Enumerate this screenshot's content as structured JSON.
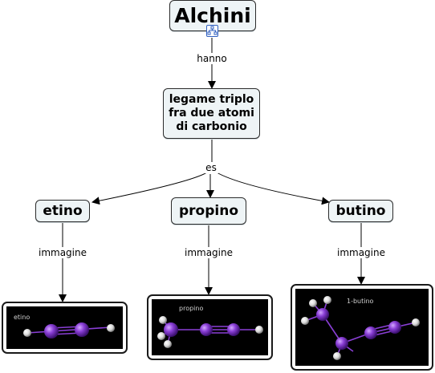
{
  "root": {
    "label": "Alchini"
  },
  "mid": {
    "lines": [
      "legame triplo",
      "fra due atomi",
      "di carbonio"
    ]
  },
  "links": {
    "root_to_mid": "hanno",
    "mid_to_leaves": "es",
    "leaf_to_image": "immagine"
  },
  "leaves": [
    {
      "label": "etino",
      "image_caption": "etino"
    },
    {
      "label": "propino",
      "image_caption": "propino"
    },
    {
      "label": "butino",
      "image_caption": "1-butino"
    }
  ],
  "colors": {
    "node_fill": "#eef4f6",
    "node_border": "#2b2b2b",
    "carbon": "#8a3fd6",
    "hydrogen": "#e8e8e8",
    "image_bg": "#000000",
    "concept_icon": "#3060c0"
  },
  "icons": {
    "root_attachment": "concept-map-icon"
  }
}
